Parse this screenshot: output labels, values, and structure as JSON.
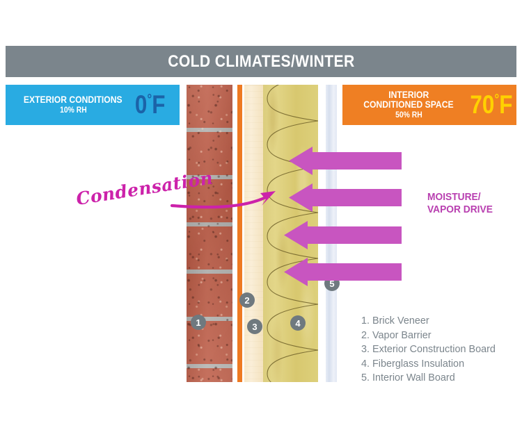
{
  "header": {
    "title": "COLD CLIMATES/WINTER",
    "bar_color": "#7b858c"
  },
  "exterior": {
    "label_line1": "EXTERIOR CONDITIONS",
    "humidity": "10% RH",
    "temperature": "0",
    "degree": "°",
    "unit": "F",
    "banner_color": "#29abe2",
    "temp_color": "#1b63a8"
  },
  "interior": {
    "label_line1": "INTERIOR",
    "label_line2": "CONDITIONED SPACE",
    "humidity": "50% RH",
    "temperature": "70",
    "degree": "°",
    "unit": "F",
    "banner_color": "#ef7f23",
    "temp_color": "#ffd100"
  },
  "annotations": {
    "condensation": "Condensation",
    "moisture_line1": "MOISTURE/",
    "moisture_line2": "VAPOR DRIVE",
    "accent_color": "#cc22aa"
  },
  "badges": [
    {
      "number": "1"
    },
    {
      "number": "2"
    },
    {
      "number": "3"
    },
    {
      "number": "4"
    },
    {
      "number": "5"
    }
  ],
  "legend": {
    "items": [
      "1. Brick Veneer",
      "2. Vapor Barrier",
      "3. Exterior Construction Board",
      "4. Fiberglass Insulation",
      "5. Interior Wall Board"
    ],
    "text_color": "#7b858c"
  },
  "layers": [
    {
      "id": 1,
      "name": "Brick Veneer",
      "color": "#c1604a"
    },
    {
      "id": 2,
      "name": "Vapor Barrier",
      "color": "#ee7a22"
    },
    {
      "id": 3,
      "name": "Exterior Construction Board",
      "color": "#f7e8c9"
    },
    {
      "id": 4,
      "name": "Fiberglass Insulation",
      "color": "#dbcd7d"
    },
    {
      "id": 5,
      "name": "Interior Wall Board",
      "color": "#e2e8f4"
    }
  ]
}
